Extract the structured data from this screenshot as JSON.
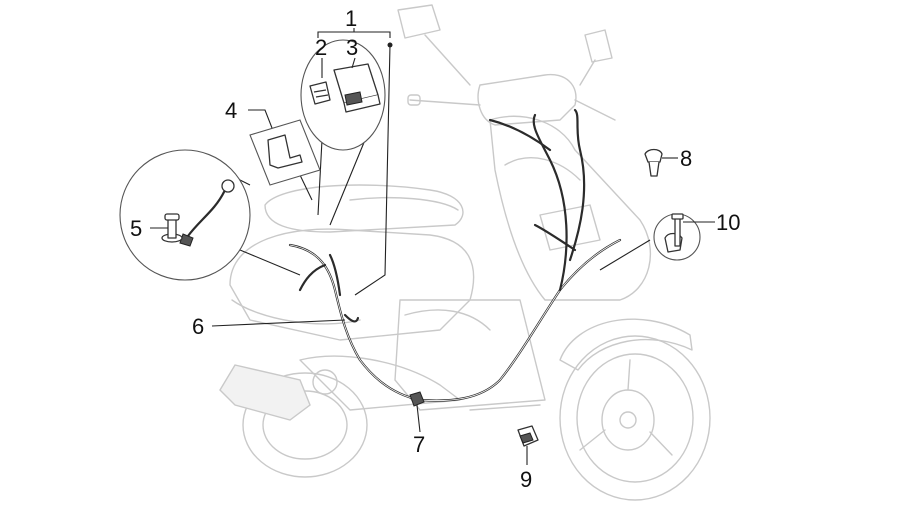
{
  "callouts": [
    {
      "id": "1",
      "label": "1"
    },
    {
      "id": "2",
      "label": "2"
    },
    {
      "id": "3",
      "label": "3"
    },
    {
      "id": "4",
      "label": "4"
    },
    {
      "id": "5",
      "label": "5"
    },
    {
      "id": "6",
      "label": "6"
    },
    {
      "id": "7",
      "label": "7"
    },
    {
      "id": "8",
      "label": "8"
    },
    {
      "id": "9",
      "label": "9"
    },
    {
      "id": "10",
      "label": "10"
    }
  ],
  "colors": {
    "ghost_stroke": "#c9c9c9",
    "wire": "#2b2b2b",
    "label": "#111111"
  }
}
